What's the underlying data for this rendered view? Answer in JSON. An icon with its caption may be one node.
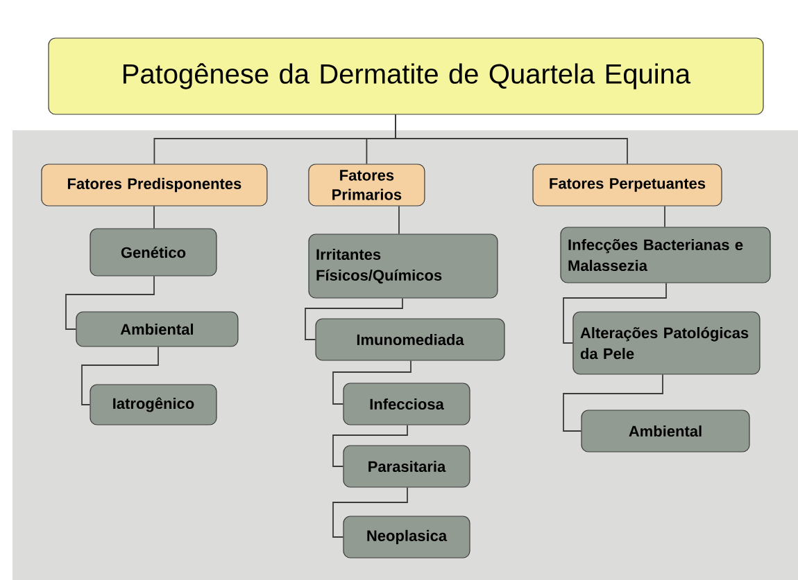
{
  "diagram": {
    "nodes": [
      {
        "text": [
          "Patogênese da Dermatite de Quartela Equina"
        ]
      },
      {
        "text": [
          "Fatores Predisponentes"
        ]
      },
      {
        "text": [
          "Fatores Primarios"
        ]
      },
      {
        "text": [
          "Fatores Perpetuantes"
        ]
      },
      {
        "text": [
          "Genético"
        ]
      },
      {
        "text": [
          "Ambiental"
        ]
      },
      {
        "text": [
          "Iatrogênico"
        ]
      },
      {
        "text": [
          "Irritantes Físicos/Químicos"
        ]
      },
      {
        "text": [
          "Imunomediada"
        ]
      },
      {
        "text": [
          "Infecciosa"
        ]
      },
      {
        "text": [
          "Parasitaria"
        ]
      },
      {
        "text": [
          "Neoplasica"
        ]
      },
      {
        "text": [
          "Infecções Bacterianas e Malassezia"
        ]
      },
      {
        "text": [
          "Alterações Patológicas da Pele"
        ]
      },
      {
        "text": [
          "Ambiental"
        ]
      }
    ],
    "edges": [
      {
        "from": 0,
        "to": 1,
        "arrow": "none"
      },
      {
        "from": 0,
        "to": 2,
        "arrow": "none"
      },
      {
        "from": 0,
        "to": 3,
        "arrow": "none"
      },
      {
        "from": 1,
        "to": 4,
        "arrow": "none"
      },
      {
        "from": 4,
        "to": 5,
        "arrow": "none"
      },
      {
        "from": 5,
        "to": 6,
        "arrow": "none"
      },
      {
        "from": 2,
        "to": 7,
        "arrow": "none"
      },
      {
        "from": 7,
        "to": 8,
        "arrow": "none"
      },
      {
        "from": 8,
        "to": 9,
        "arrow": "none"
      },
      {
        "from": 9,
        "to": 10,
        "arrow": "none"
      },
      {
        "from": 10,
        "to": 11,
        "arrow": "none"
      },
      {
        "from": 3,
        "to": 12,
        "arrow": "none"
      },
      {
        "from": 12,
        "to": 13,
        "arrow": "none"
      },
      {
        "from": 13,
        "to": 14,
        "arrow": "none"
      }
    ]
  }
}
